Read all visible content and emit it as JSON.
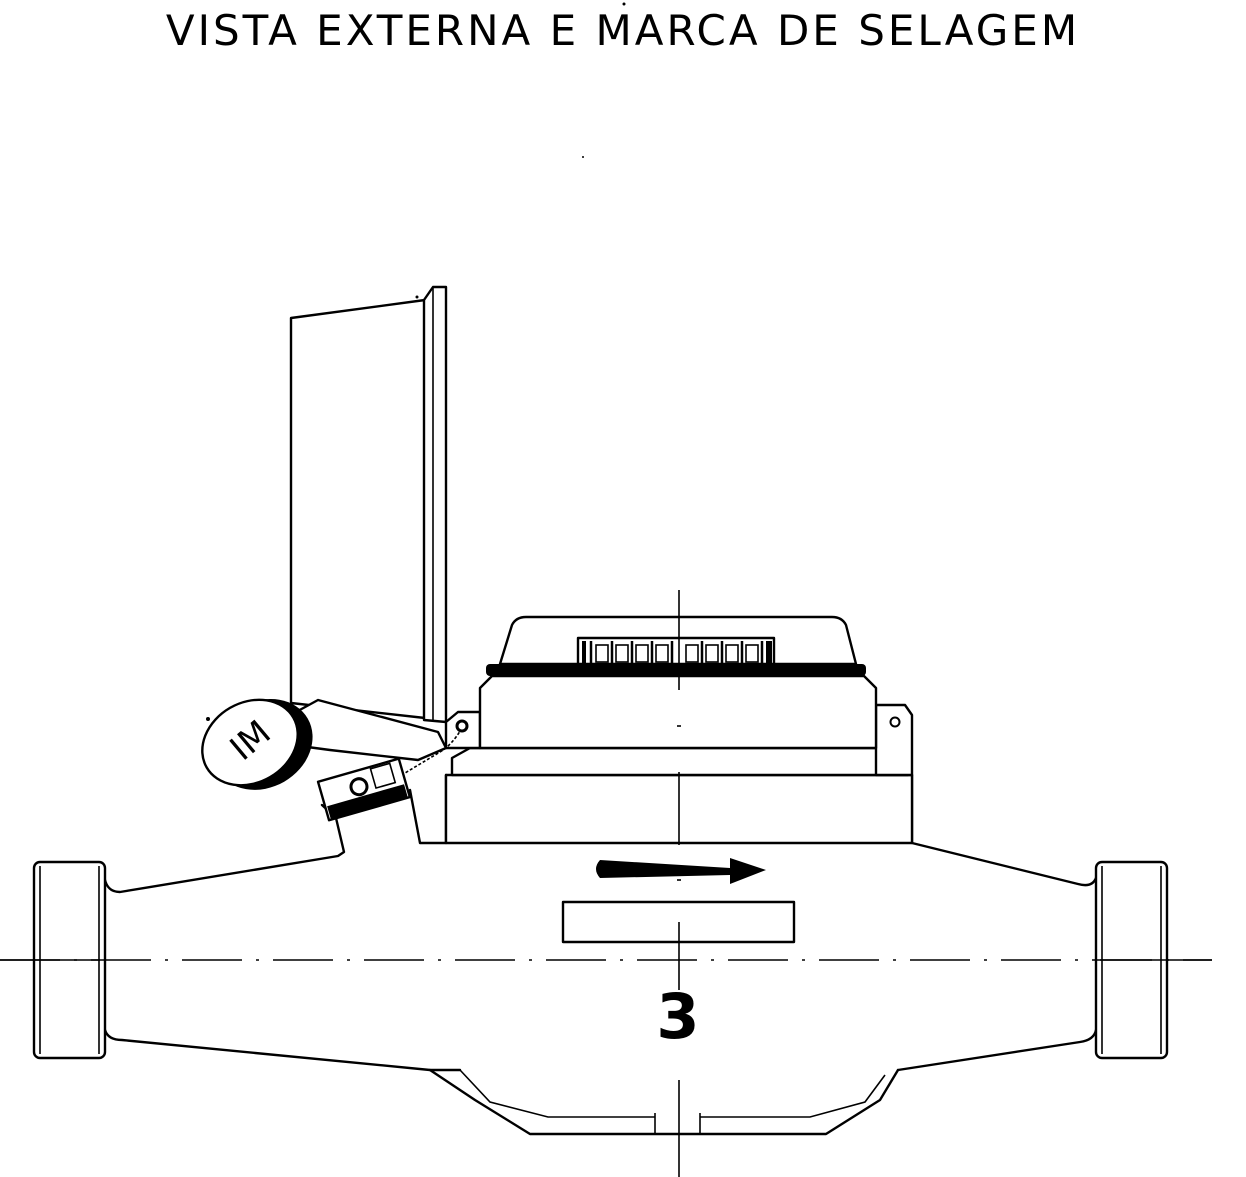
{
  "title": "VISTA EXTERNA E MARCA DE SELAGEM",
  "seal_mark": "IM",
  "class_marking": "3"
}
